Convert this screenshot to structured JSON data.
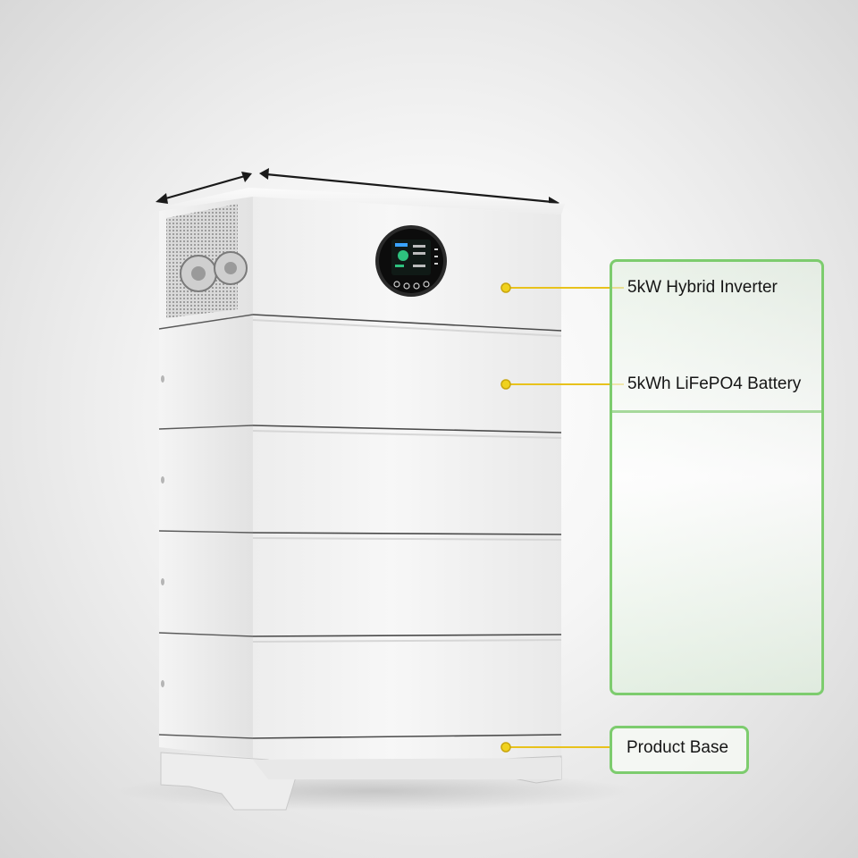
{
  "labels": {
    "inverter": "5kW Hybrid Inverter",
    "battery": "5kWh LiFePO4 Battery",
    "base": "Product Base"
  },
  "colors": {
    "label_border": "#7dcc6e",
    "leader_line": "#e8c21c",
    "unit_body": "#f2f2f2",
    "display_screen": "#0c0c0c",
    "display_ring": "#2a2a2a"
  },
  "modules": {
    "inverter_count": 1,
    "battery_count": 4
  }
}
